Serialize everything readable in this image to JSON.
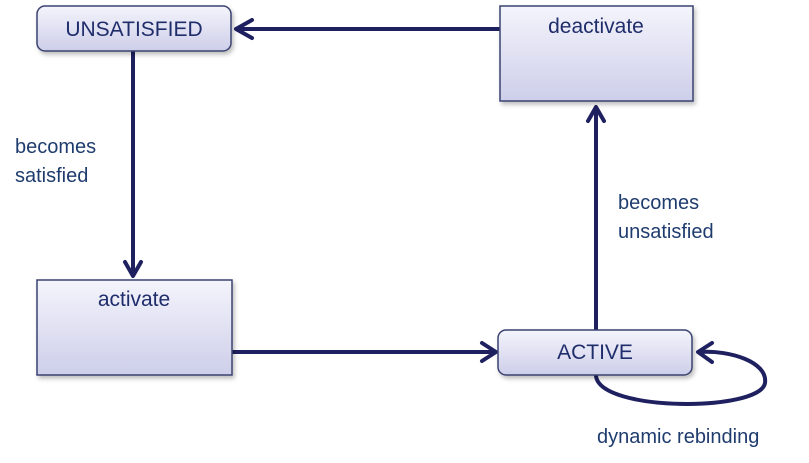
{
  "colors": {
    "node_stroke": "#3b4270",
    "node_fill_top": "#f3f3fb",
    "node_fill_bottom": "#cfd0ea",
    "edge": "#1f2060",
    "text": "#1f2d6b",
    "label_text": "#1f3c6e"
  },
  "nodes": {
    "unsatisfied": {
      "label": "UNSATISFIED"
    },
    "deactivate": {
      "label": "deactivate"
    },
    "activate": {
      "label": "activate"
    },
    "active": {
      "label": "ACTIVE"
    }
  },
  "edges": {
    "unsatisfied_to_activate": {
      "label_line1": "becomes",
      "label_line2": "satisfied"
    },
    "active_to_deactivate": {
      "label_line1": "becomes",
      "label_line2": "unsatisfied"
    },
    "active_self_loop": {
      "label": "dynamic rebinding"
    },
    "activate_to_active": {},
    "deactivate_to_unsatisfied": {}
  }
}
